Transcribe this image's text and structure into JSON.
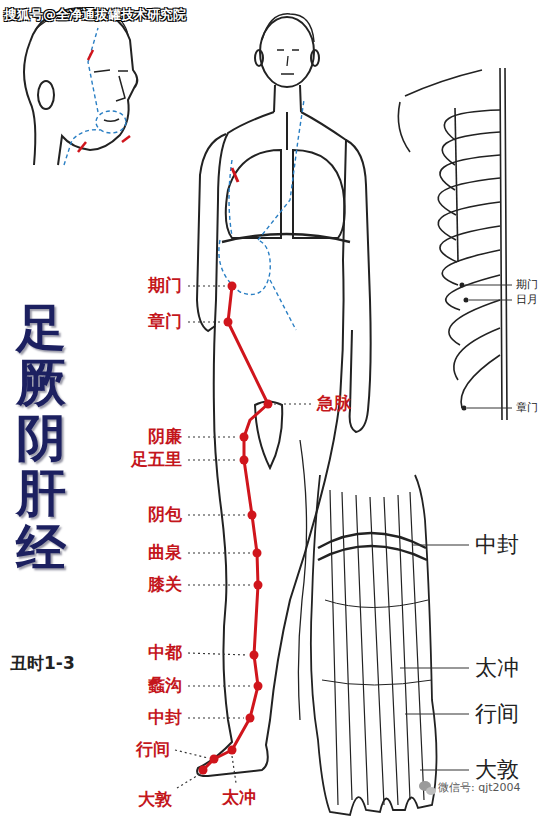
{
  "diagram": {
    "title": "足厥阴肝经",
    "labels": [
      "搜狐号@全净通拔罐技术研究院",
      "期门",
      "章门",
      "急脉",
      "阴廉",
      "足五里",
      "阴包",
      "曲泉",
      "膝关",
      "中都",
      "蠡沟",
      "中封",
      "行间",
      "大敦",
      "太冲",
      "丑时1-3",
      "期门",
      "日月",
      "章门",
      "中封",
      "太冲",
      "行间",
      "大敦",
      "微信号: qjt2004"
    ]
  }
}
